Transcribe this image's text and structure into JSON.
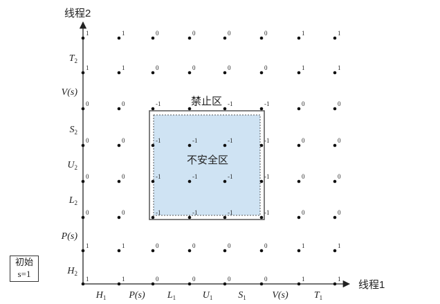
{
  "axes": {
    "x_title": "线程1",
    "y_title": "线程2",
    "x_ticks": [
      {
        "main": "H",
        "sub": "1"
      },
      {
        "main": "P(s)",
        "sub": ""
      },
      {
        "main": "L",
        "sub": "1"
      },
      {
        "main": "U",
        "sub": "1"
      },
      {
        "main": "S",
        "sub": "1"
      },
      {
        "main": "V(s)",
        "sub": ""
      },
      {
        "main": "T",
        "sub": "1"
      }
    ],
    "y_ticks": [
      {
        "main": "H",
        "sub": "2"
      },
      {
        "main": "P(s)",
        "sub": ""
      },
      {
        "main": "L",
        "sub": "2"
      },
      {
        "main": "U",
        "sub": "2"
      },
      {
        "main": "S",
        "sub": "2"
      },
      {
        "main": "V(s)",
        "sub": ""
      },
      {
        "main": "T",
        "sub": "2"
      }
    ]
  },
  "regions": {
    "forbidden_label": "禁止区",
    "unsafe_label": "不安全区",
    "colors": {
      "unsafe_fill": "#cfe3f3",
      "border": "#555555",
      "dot": "#111111"
    }
  },
  "init_box": {
    "line1": "初始",
    "line2": "s=1"
  },
  "state_grid": {
    "note_rows_bottom_to_top": "rows index 0..7 from y=H2 level to top",
    "values": [
      [
        "1",
        "1",
        "0",
        "0",
        "0",
        "0",
        "1",
        "1"
      ],
      [
        "1",
        "1",
        "0",
        "0",
        "0",
        "0",
        "1",
        "1"
      ],
      [
        "0",
        "0",
        "-1",
        "-1",
        "-1",
        "-1",
        "0",
        "0"
      ],
      [
        "0",
        "0",
        "-1",
        "-1",
        "-1",
        "-1",
        "0",
        "0"
      ],
      [
        "0",
        "0",
        "-1",
        "-1",
        "-1",
        "-1",
        "0",
        "0"
      ],
      [
        "0",
        "0",
        "-1",
        "-1",
        "-1",
        "-1",
        "0",
        "0"
      ],
      [
        "1",
        "1",
        "0",
        "0",
        "0",
        "0",
        "1",
        "1"
      ],
      [
        "1",
        "1",
        "0",
        "0",
        "0",
        "0",
        "1",
        "1"
      ]
    ]
  }
}
